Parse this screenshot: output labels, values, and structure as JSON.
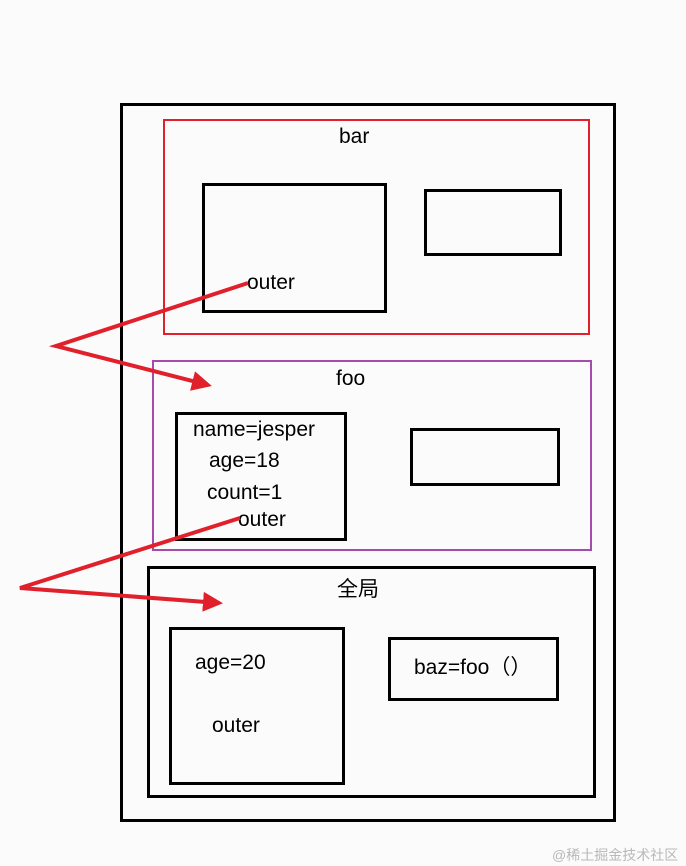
{
  "scopes": {
    "bar": {
      "title": "bar",
      "inner_label": "outer"
    },
    "foo": {
      "title": "foo",
      "vars": [
        "name=jesper",
        "age=18",
        "count=1"
      ],
      "inner_label": "outer"
    },
    "global": {
      "title": "全局",
      "var": "age=20",
      "inner_label": "outer",
      "func": "baz=foo（）"
    }
  },
  "colors": {
    "arrow": "#e0202a",
    "bar_border": "#e0202a",
    "foo_border": "#a64aab",
    "outline": "#000000"
  },
  "watermark": "@稀土掘金技术社区"
}
